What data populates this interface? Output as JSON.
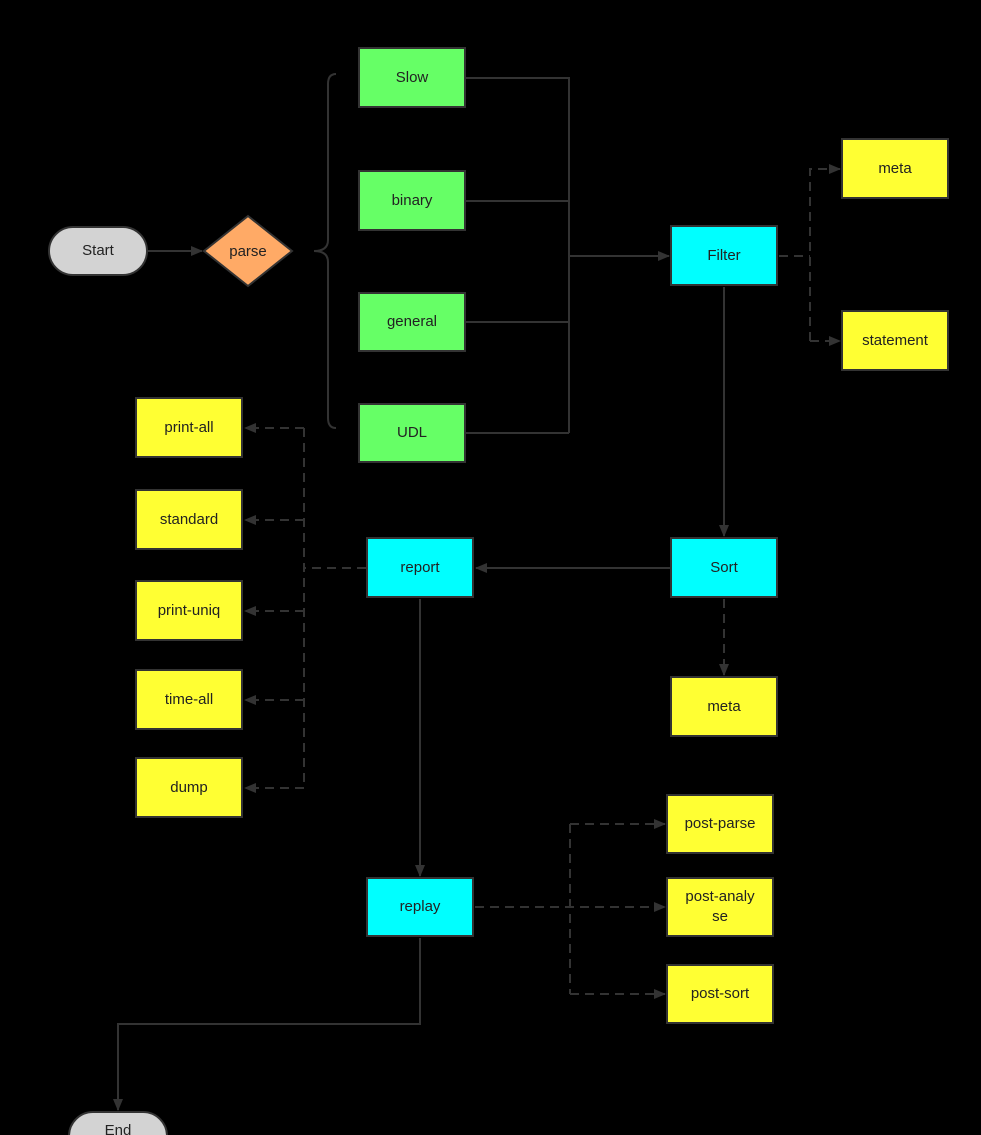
{
  "diagram": {
    "nodes": {
      "start": "Start",
      "parse": "parse",
      "slow": "Slow",
      "binary": "binary",
      "general": "general",
      "udl": "UDL",
      "filter": "Filter",
      "filter_meta": "meta",
      "statement": "statement",
      "sort": "Sort",
      "sort_meta": "meta",
      "report": "report",
      "print_all": "print-all",
      "standard": "standard",
      "print_uniq": "print-uniq",
      "time_all": "time-all",
      "dump": "dump",
      "replay": "replay",
      "post_parse": "post-parse",
      "post_analyse": "post-analyse",
      "post_sort": "post-sort",
      "end": "End"
    },
    "colors": {
      "background": "#000000",
      "terminal": "#d3d3d3",
      "decision": "#ffaa66",
      "source": "#66ff66",
      "process": "#00ffff",
      "option": "#ffff33",
      "edge": "#333333"
    }
  }
}
